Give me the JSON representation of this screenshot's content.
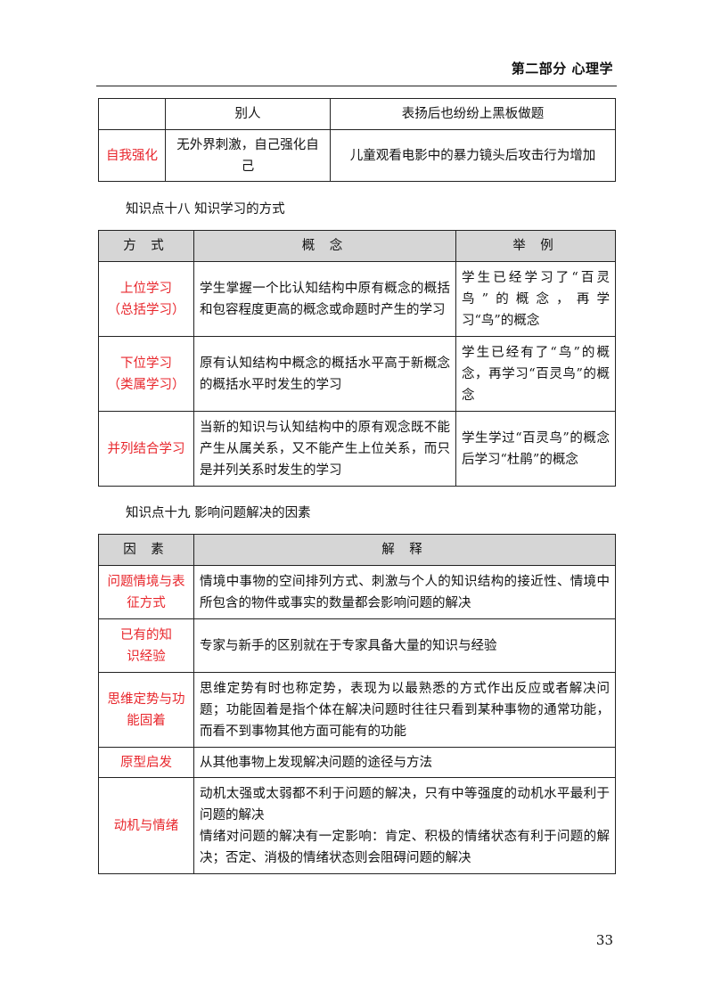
{
  "header": {
    "title": "第二部分  心理学"
  },
  "table1": {
    "rows": [
      {
        "c1": "",
        "c2": "别人",
        "c3": "表扬后也纷纷上黑板做题"
      },
      {
        "c1": "自我强化",
        "c2": "无外界刺激，自己强化自己",
        "c3": "儿童观看电影中的暴力镜头后攻击行为增加"
      }
    ]
  },
  "section18": {
    "title": "知识点十八    知识学习的方式",
    "headers": [
      "方  式",
      "概  念",
      "举  例"
    ],
    "rows": [
      {
        "name1": "上位学习",
        "name2": "（总括学习）",
        "concept": "学生掌握一个比认知结构中原有概念的概括和包容程度更高的概念或命题时产生的学习",
        "example": "学生已经学习了“百灵鸟”的概念，再学习“鸟”的概念"
      },
      {
        "name1": "下位学习",
        "name2": "（类属学习）",
        "concept": "原有认知结构中概念的概括水平高于新概念的概括水平时发生的学习",
        "example": "学生已经有了“鸟”的概念，再学习“百灵鸟”的概念"
      },
      {
        "name1": "并列结合学习",
        "name2": "",
        "concept": "当新的知识与认知结构中的原有观念既不能产生从属关系，又不能产生上位关系，而只是并列关系时发生的学习",
        "example": "学生学过“百灵鸟”的概念后学习“杜鹃”的概念"
      }
    ]
  },
  "section19": {
    "title": "知识点十九    影响问题解决的因素",
    "headers": [
      "因  素",
      "解  释"
    ],
    "rows": [
      {
        "factor": "问题情境与表征方式",
        "explain": [
          "情境中事物的空间排列方式、刺激与个人的知识结构的接近性、情境中所包含的物件或事实的数量都会影响问题的解决"
        ]
      },
      {
        "factor": "已有的知识经验",
        "explain": [
          "专家与新手的区别就在于专家具备大量的知识与经验"
        ]
      },
      {
        "factor": "思维定势与功能固着",
        "explain": [
          "思维定势有时也称定势，表现为以最熟悉的方式作出反应或者解决问题；功能固着是指个体在解决问题时往往只看到某种事物的通常功能，而看不到事物其他方面可能有的功能"
        ]
      },
      {
        "factor": "原型启发",
        "explain": [
          "从其他事物上发现解决问题的途径与方法"
        ]
      },
      {
        "factor": "动机与情绪",
        "explain": [
          "动机太强或太弱都不利于问题的解决，只有中等强度的动机水平最利于问题的解决",
          "情绪对问题的解决有一定影响：肯定、积极的情绪状态有利于问题的解决；否定、消极的情绪状态则会阻碍问题的解决"
        ]
      }
    ]
  },
  "footer": {
    "page_number": "33"
  }
}
